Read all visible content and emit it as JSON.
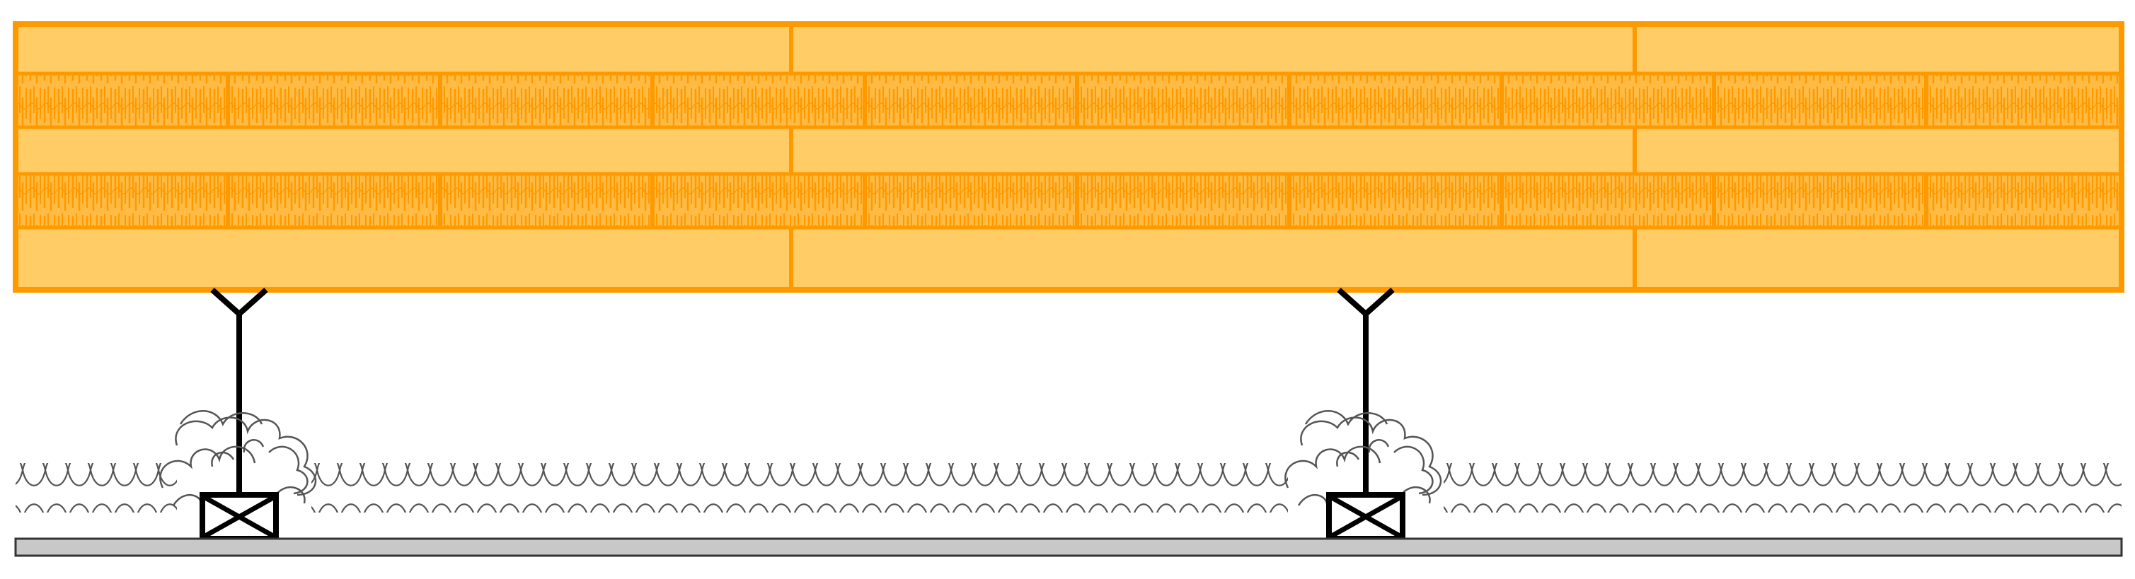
{
  "diagram": {
    "elements": [
      "clt-panel",
      "clt-board-layers",
      "clt-glue-layers",
      "hanger-rods",
      "insulation-batt",
      "mounting-blocks",
      "suspended-ceiling-board"
    ]
  },
  "colors": {
    "board_fill": "#ffcc66",
    "board_line": "#ff9900",
    "glue_fill": "#ffbb44",
    "hanger": "#000000",
    "insulation_line": "#555555",
    "block_fill": "#ffffff",
    "block_line": "#000000",
    "ceiling_fill": "#c8c8c8",
    "ceiling_line": "#333333"
  },
  "icons": {
    "block": "cross-box-icon",
    "hanger_top": "y-bracket-icon"
  }
}
